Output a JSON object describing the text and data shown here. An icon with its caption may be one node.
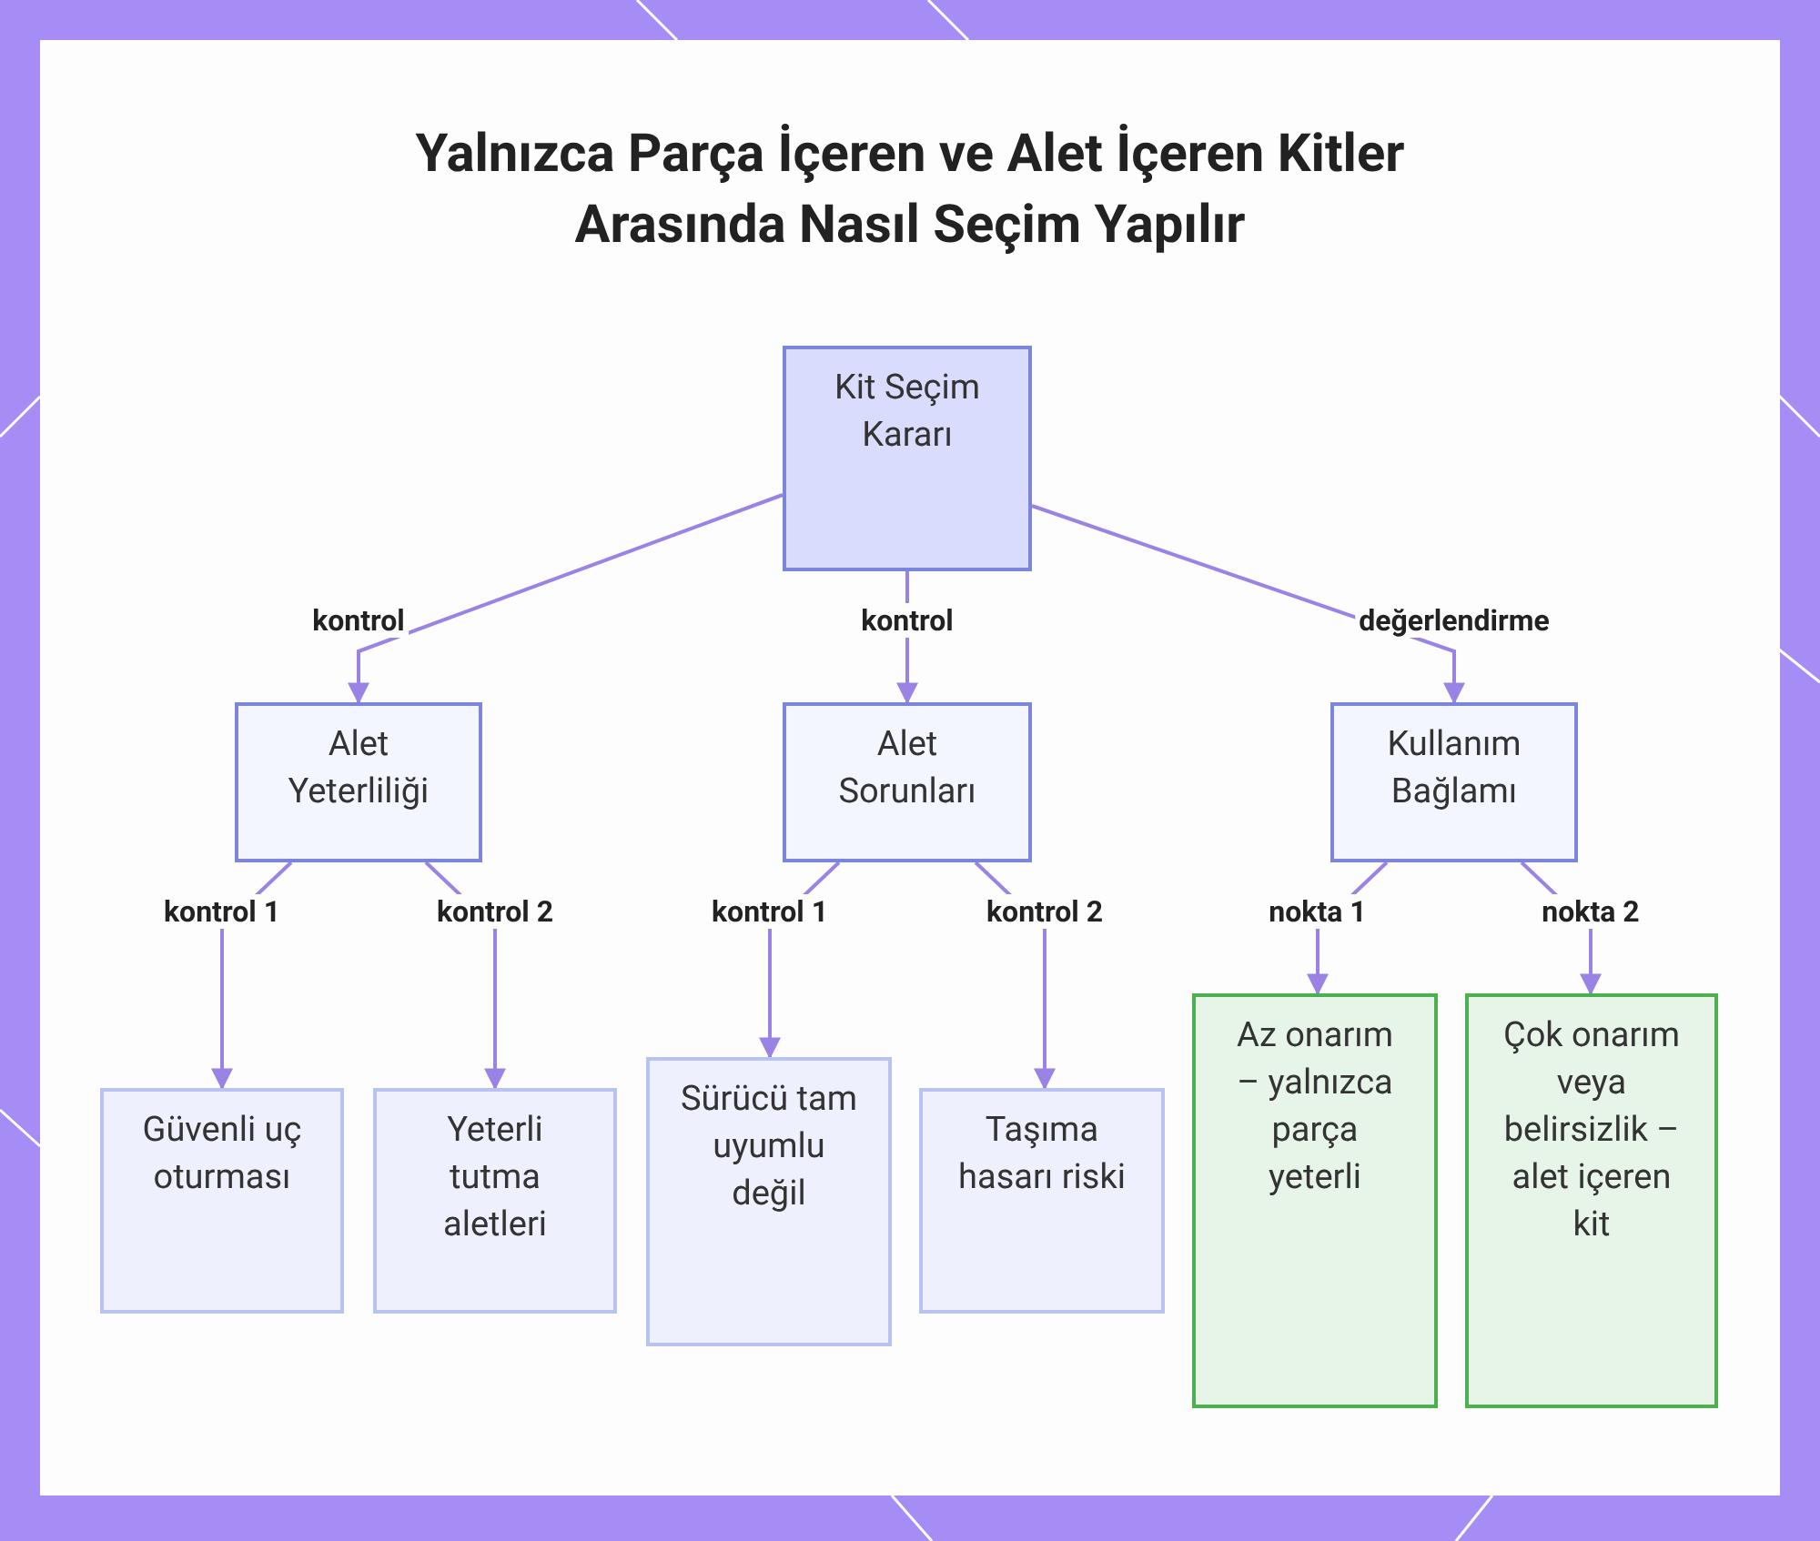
{
  "diagram": {
    "title": "Yalnızca Parça İçeren ve Alet İçeren Kitler Arasında Nasıl Seçim Yapılır",
    "nodes": [
      {
        "text": [
          "Kit Seçim Kararı"
        ]
      },
      {
        "text": [
          "Alet Yeterliliği"
        ]
      },
      {
        "text": [
          "Alet Sorunları"
        ]
      },
      {
        "text": [
          "Kullanım Bağlamı"
        ]
      },
      {
        "text": [
          "Güvenli uç oturması"
        ]
      },
      {
        "text": [
          "Yeterli tutma aletleri"
        ]
      },
      {
        "text": [
          "Sürücü tam uyumlu değil"
        ]
      },
      {
        "text": [
          "Taşıma hasarı riski"
        ]
      },
      {
        "text": [
          "Az onarım – yalnızca parça yeterli"
        ]
      },
      {
        "text": [
          "Çok onarım veya belirsizlik – alet içeren kit"
        ]
      }
    ],
    "edges": [
      {
        "from": 0,
        "to": 1,
        "arrow": "to",
        "label": "kontrol"
      },
      {
        "from": 0,
        "to": 2,
        "arrow": "to",
        "label": "kontrol"
      },
      {
        "from": 0,
        "to": 3,
        "arrow": "to",
        "label": "değerlendirme"
      },
      {
        "from": 1,
        "to": 4,
        "arrow": "to",
        "label": "kontrol 1"
      },
      {
        "from": 1,
        "to": 5,
        "arrow": "to",
        "label": "kontrol 2"
      },
      {
        "from": 2,
        "to": 6,
        "arrow": "to",
        "label": "kontrol 1"
      },
      {
        "from": 2,
        "to": 7,
        "arrow": "to",
        "label": "kontrol 2"
      },
      {
        "from": 3,
        "to": 8,
        "arrow": "to",
        "label": "nokta 1"
      },
      {
        "from": 3,
        "to": 9,
        "arrow": "to",
        "label": "nokta 2"
      }
    ]
  }
}
